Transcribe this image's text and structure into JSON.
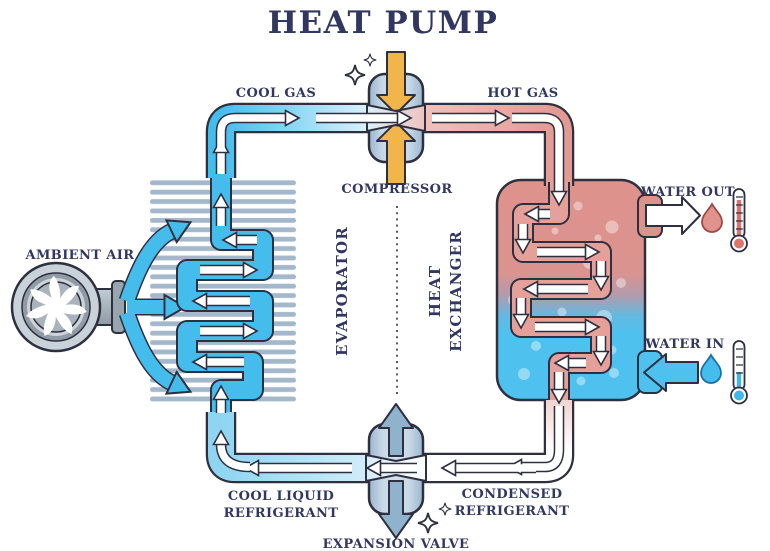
{
  "title": "HEAT PUMP",
  "diagram": {
    "compressor": {
      "label": "COMPRESSOR"
    },
    "expansion_valve": {
      "label": "EXPANSION VALVE"
    },
    "evaporator": {
      "label": "EVAPORATOR"
    },
    "heat_exchanger": {
      "label_line1": "HEAT",
      "label_line2": "EXCHANGER"
    },
    "ambient_air": {
      "label": "AMBIENT AIR"
    },
    "water_out": {
      "label": "WATER OUT"
    },
    "water_in": {
      "label": "WATER IN"
    },
    "pipes": {
      "cool_gas": "COOL GAS",
      "hot_gas": "HOT GAS",
      "cool_liquid_line1": "COOL LIQUID",
      "cool_liquid_line2": "REFRIGERANT",
      "condensed_line1": "CONDENSED",
      "condensed_line2": "REFRIGERANT"
    }
  },
  "icons": {
    "fan": "fan-icon",
    "sparkles": "sparkle-icon",
    "droplet_hot": "hot-water-droplet-icon",
    "droplet_cold": "cold-water-droplet-icon",
    "thermometer_hot": "hot-thermometer-icon",
    "thermometer_cold": "cold-thermometer-icon"
  },
  "colors": {
    "label_navy": "#313760",
    "outline_dark": "#2e3040",
    "pipe_cool_blue": "#45bdec",
    "pipe_cool_light": "#cdeefb",
    "pipe_hot_pink": "#e5a09a",
    "tank_hot_red": "#de928c",
    "tank_cold_blue": "#4ec1ee",
    "machine_body_blue_gray": "#c6d8e6",
    "compressor_arrow_yellow": "#f2b54b",
    "valve_arrow_blue_gray": "#8fb2cd",
    "radiator_fin_gray": "#a3b8cb",
    "fan_gray": "#c9d2d9"
  }
}
